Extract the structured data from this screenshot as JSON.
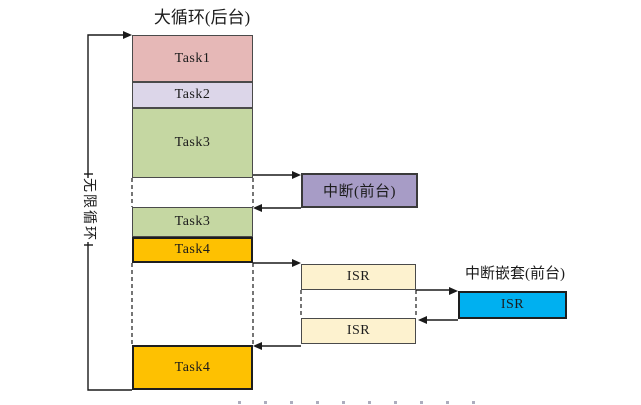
{
  "diagram": {
    "title": "大循环(后台)",
    "infinite_loop_label": "无限循环",
    "nested_interrupt_label": "中断嵌套(前台)",
    "background_stack": {
      "task1": "Task1",
      "task2": "Task2",
      "task3_first": "Task3",
      "task3_second": "Task3",
      "task4_first": "Task4",
      "task4_second": "Task4"
    },
    "foreground": {
      "interrupt": "中断(前台)",
      "isr_first": "ISR",
      "isr_second": "ISR",
      "isr_nested": "ISR"
    },
    "colors": {
      "task1": "#e6b8b7",
      "task2": "#dcd6e9",
      "task3": "#c5d7a2",
      "task4": "#fec101",
      "interrupt": "#a79cc6",
      "isr": "#fdf2cf",
      "isr_nested": "#00b0f0",
      "line": "#1a1a1a"
    }
  }
}
